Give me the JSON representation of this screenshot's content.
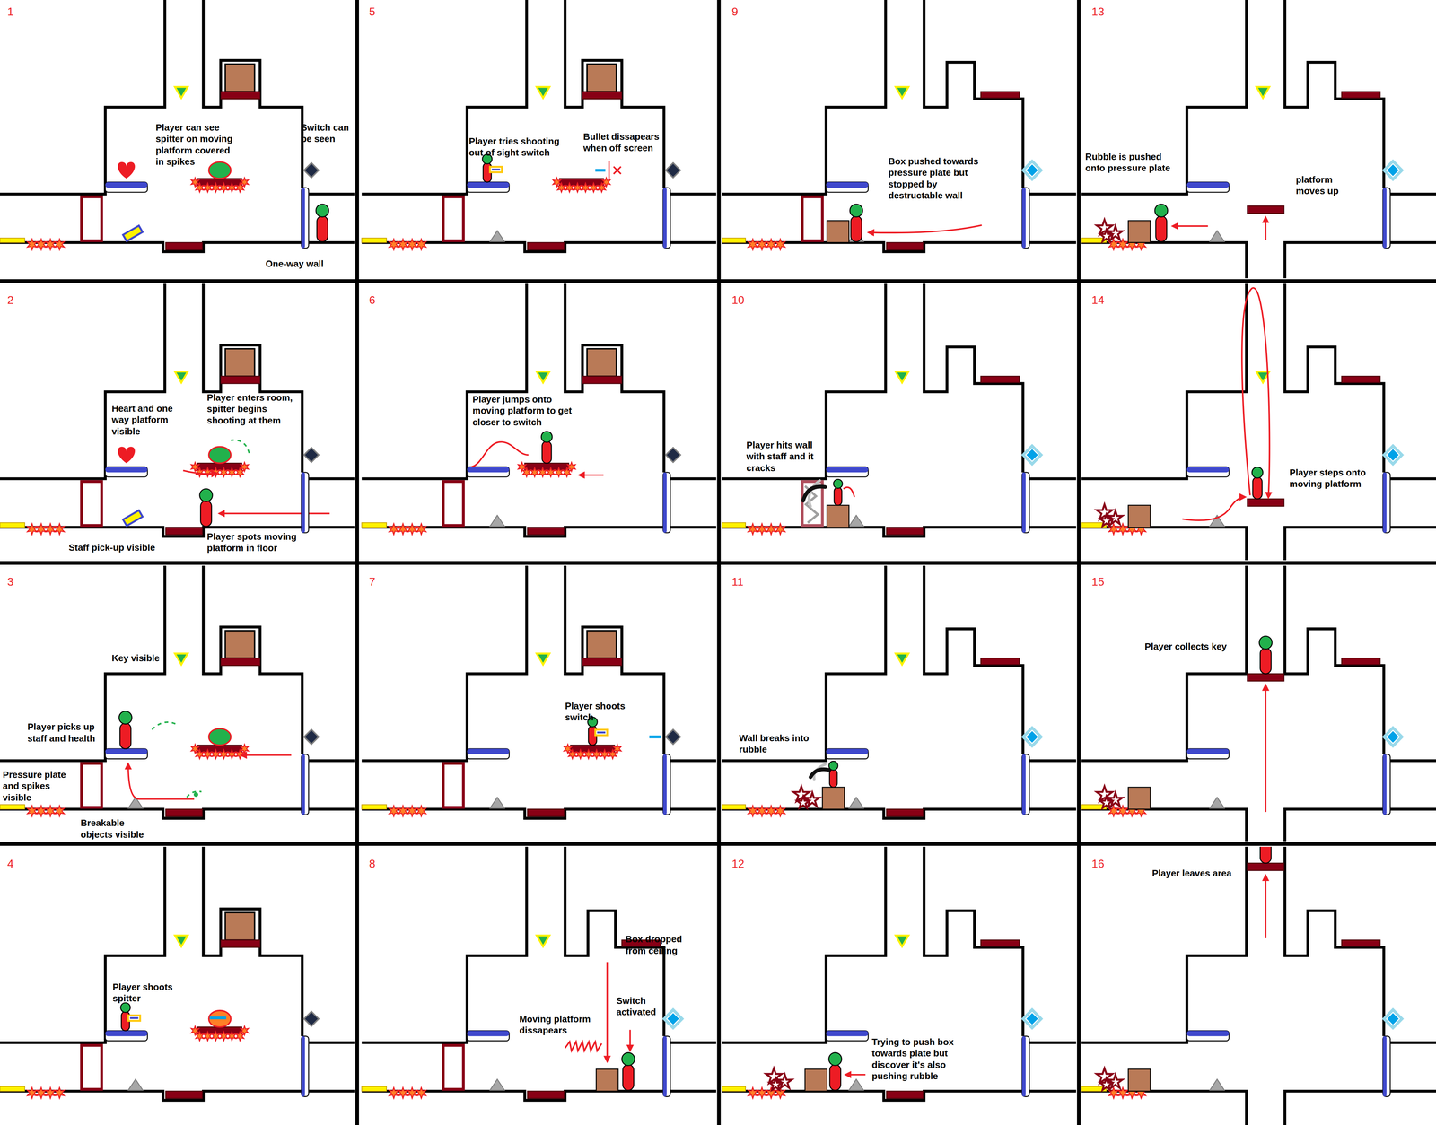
{
  "diagram": {
    "nodes": [
      {
        "text": [
          "1",
          "Player can see spitter on moving platform covered in spikes",
          "Switch can be seen",
          "One-way wall"
        ]
      },
      {
        "text": [
          "2",
          "Heart and one way platform visible",
          "Player enters room, spitter begins shooting at them",
          "Player spots moving platform in floor",
          "Staff pick-up visible"
        ]
      },
      {
        "text": [
          "3",
          "Key visible",
          "Player picks up staff and health",
          "Pressure plate and spikes visible",
          "Breakable objects visible"
        ]
      },
      {
        "text": [
          "4",
          "Player shoots spitter"
        ]
      },
      {
        "text": [
          "5",
          "Player tries shooting out of sight switch",
          "Bullet dissapears when off screen"
        ]
      },
      {
        "text": [
          "6",
          "Player jumps onto moving platform to get closer to switch"
        ]
      },
      {
        "text": [
          "7",
          "Player shoots switch"
        ]
      },
      {
        "text": [
          "8",
          "Box dropped from ceiling",
          "Switch activated",
          "Moving platform dissapears"
        ]
      },
      {
        "text": [
          "9",
          "Box pushed towards pressure plate but stopped by destructable wall"
        ]
      },
      {
        "text": [
          "10",
          "Player hits wall with staff and it cracks"
        ]
      },
      {
        "text": [
          "11",
          "Wall breaks into rubble"
        ]
      },
      {
        "text": [
          "12",
          "Trying to push box towards plate but discover it's also pushing rubble"
        ]
      },
      {
        "text": [
          "13",
          "Rubble is pushed onto pressure plate",
          "platform moves up"
        ]
      },
      {
        "text": [
          "14",
          "Player steps onto moving platform"
        ]
      },
      {
        "text": [
          "15",
          "Player collects key"
        ]
      },
      {
        "text": [
          "16",
          "Player leaves area"
        ]
      }
    ]
  }
}
